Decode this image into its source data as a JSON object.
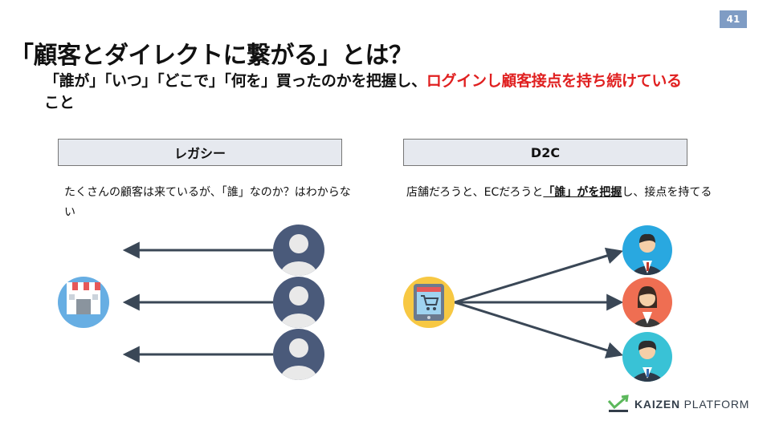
{
  "page_number": "41",
  "title": "「顧客とダイレクトに繋がる」とは？",
  "subtitle": {
    "main": "「誰が」「いつ」「どこで」「何を」買ったのかを把握し、",
    "highlight": "ログインし顧客接点を持ち続けている",
    "tail": "こと"
  },
  "legacy": {
    "header": "レガシー",
    "description": "たくさんの顧客は来ているが、「誰」なのか？はわからない"
  },
  "d2c": {
    "header": "D2C",
    "description_before": "店舗だろうと、ECだろうと",
    "description_emphasis": "「誰」がを把握",
    "description_after": "し、接点を持てる"
  },
  "logo": {
    "brand": "KAIZEN",
    "product": "PLATFORM"
  },
  "colors": {
    "accent_red": "#e02020",
    "header_fill": "#e6e9ef",
    "page_badge": "#7f9cc4",
    "arrow": "#3a4756",
    "anon_user": "#4a5a7a",
    "user_bg_blue": "#29a8e0",
    "user_bg_red": "#ef6e52",
    "user_bg_cyan": "#39c2d6"
  },
  "icons": {
    "store": "store-icon",
    "ec_store": "ec-store-icon",
    "anonymous_user": "anonymous-user-icon",
    "customer": "customer-icon",
    "logo": "kaizen-logo-icon"
  }
}
